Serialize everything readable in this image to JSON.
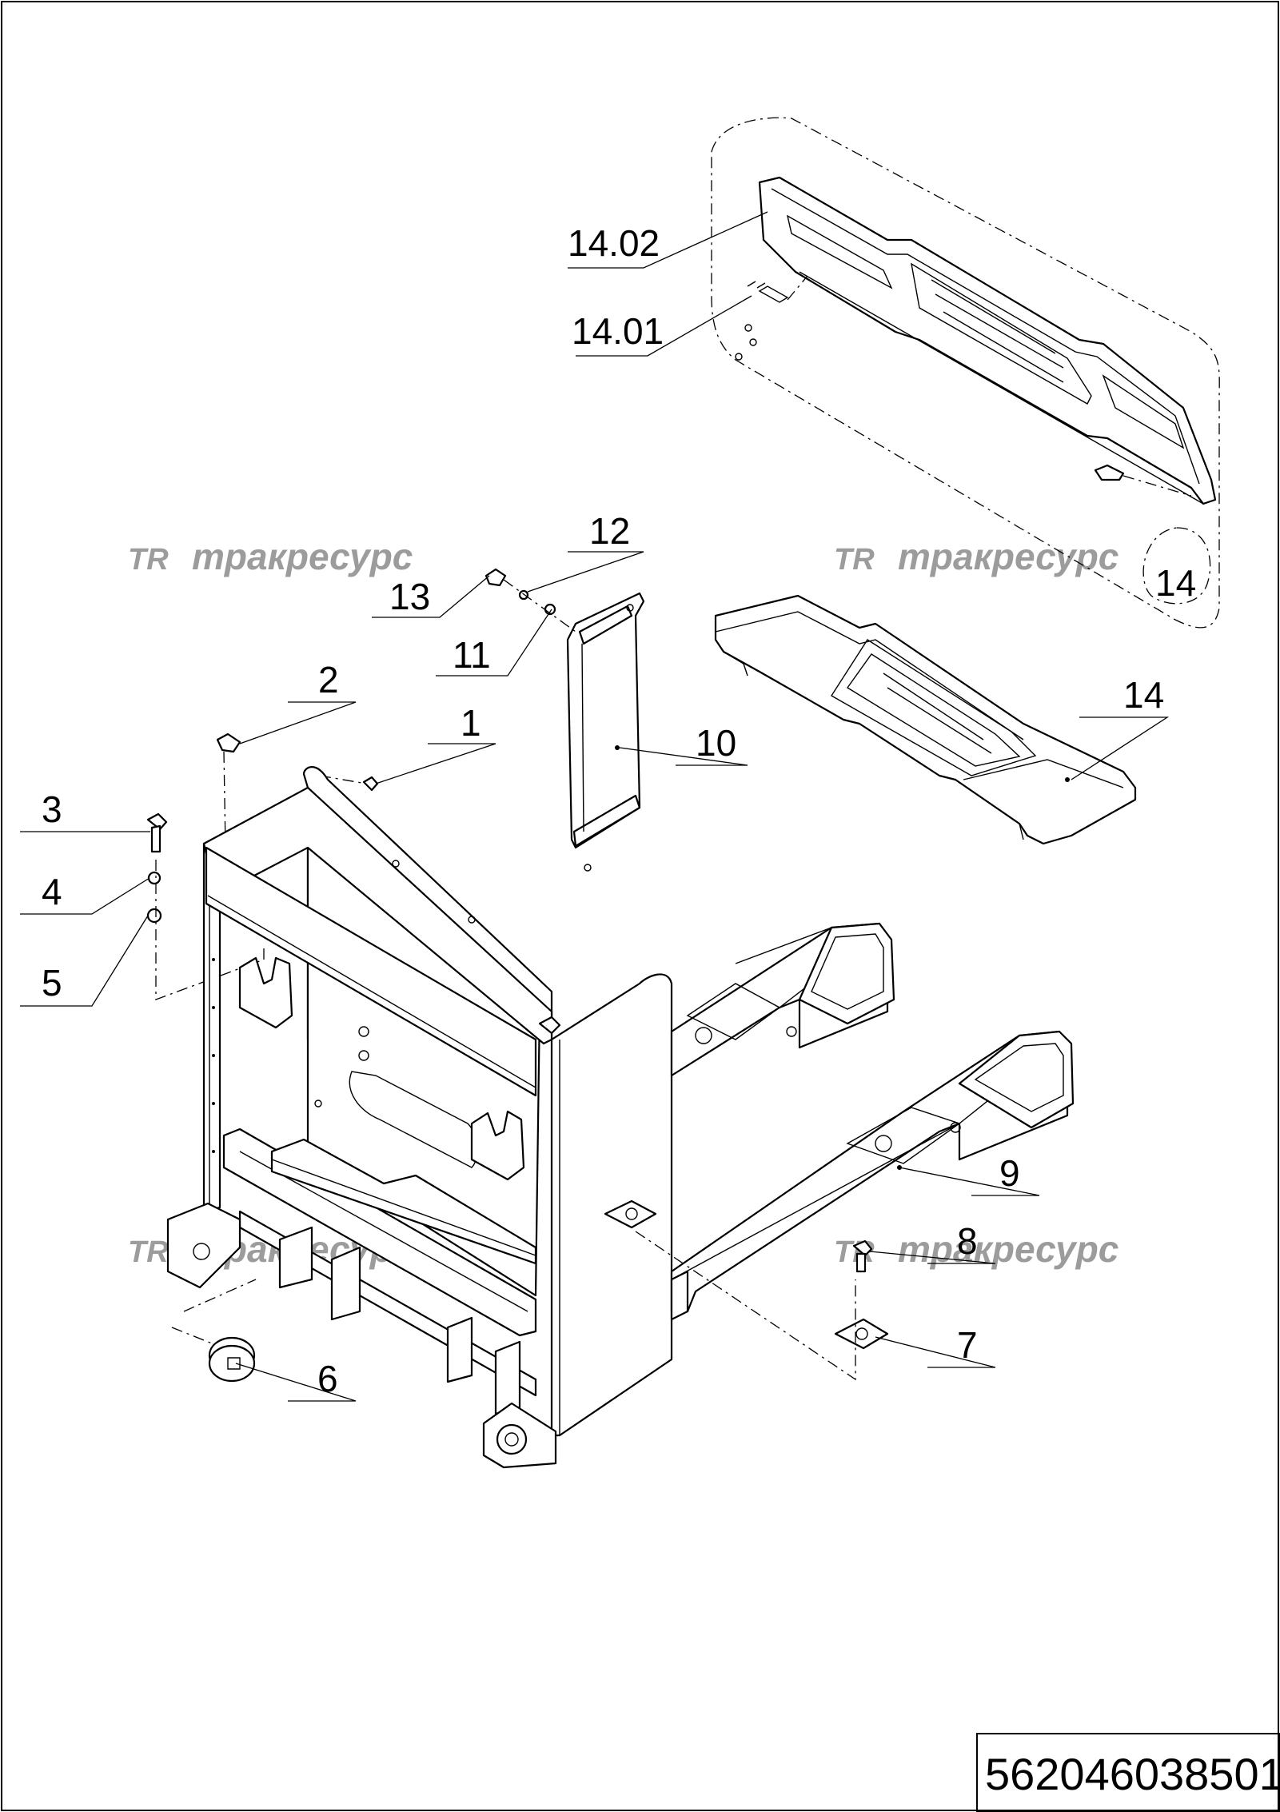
{
  "drawing_code": "562046038501",
  "watermark": {
    "logo": "TR",
    "text": "тракресурс"
  },
  "callouts": [
    {
      "id": "14.02",
      "text": "14.02"
    },
    {
      "id": "14.01",
      "text": "14.01"
    },
    {
      "id": "12",
      "text": "12"
    },
    {
      "id": "13",
      "text": "13"
    },
    {
      "id": "11",
      "text": "11"
    },
    {
      "id": "14",
      "text": "14"
    },
    {
      "id": "14-detail",
      "text": "14"
    },
    {
      "id": "2",
      "text": "2"
    },
    {
      "id": "1",
      "text": "1"
    },
    {
      "id": "10",
      "text": "10"
    },
    {
      "id": "3",
      "text": "3"
    },
    {
      "id": "4",
      "text": "4"
    },
    {
      "id": "5",
      "text": "5"
    },
    {
      "id": "9",
      "text": "9"
    },
    {
      "id": "8",
      "text": "8"
    },
    {
      "id": "7",
      "text": "7"
    },
    {
      "id": "6",
      "text": "6"
    }
  ]
}
